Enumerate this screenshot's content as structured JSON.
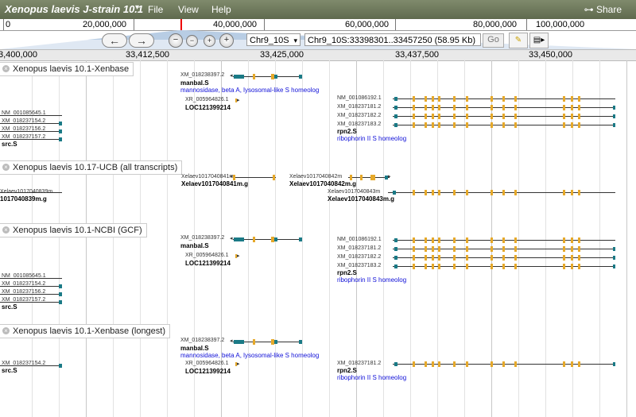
{
  "app": {
    "title": "Xenopus laevis J-strain 10.1",
    "menu": [
      "File",
      "View",
      "Help"
    ],
    "share_label": "Share"
  },
  "overview": {
    "labels": [
      "0",
      "20,000,000",
      "40,000,000",
      "60,000,000",
      "80,000,000",
      "100,000,000"
    ]
  },
  "nav": {
    "back_label": "←",
    "forward_label": "→",
    "zoom_out_label": "−",
    "zoom_in_label": "+",
    "ref_seq": "Chr9_10S",
    "location": "Chr9_10S:33398301..33457250 (58.95 Kb)",
    "go_label": "Go"
  },
  "ruler": {
    "labels": [
      "3,400,000",
      "33,412,500",
      "33,425,000",
      "33,437,500",
      "33,450,000"
    ]
  },
  "tracks": [
    {
      "label": "Xenopus laevis 10.1-Xenbase",
      "features": [
        {
          "id": "XM_018238397.2",
          "gene": "manbal.S",
          "desc": "mannosidase, beta A, lysosomal-like S homeolog"
        },
        {
          "id": "XR_005964826.1",
          "gene": "LOC121399214"
        },
        {
          "id": "NM_001086192.1"
        },
        {
          "id": "XM_018237181.2"
        },
        {
          "id": "XM_018237182.2"
        },
        {
          "id": "XM_018237183.2",
          "gene": "rpn2.S",
          "desc": "ribophorin II S homeolog"
        },
        {
          "id": "NM_001085645.1"
        },
        {
          "id": "XM_018237154.2"
        },
        {
          "id": "XM_018237156.2"
        },
        {
          "id": "XM_018237157.2",
          "gene": "src.S"
        }
      ]
    },
    {
      "label": "Xenopus laevis 10.17-UCB (all transcripts)",
      "features": [
        {
          "id": "Xelaev1017040841m",
          "gene": "Xelaev1017040841m.g"
        },
        {
          "id": "Xelaev1017040842m",
          "gene": "Xelaev1017040842m.g"
        },
        {
          "id": "Xelaev1017040839m",
          "gene": "1017040839m.g"
        },
        {
          "id": "Xelaev1017040843m",
          "gene": "Xelaev1017040843m.g"
        }
      ]
    },
    {
      "label": "Xenopus laevis 10.1-NCBI (GCF)",
      "features": [
        {
          "id": "XM_018238397.2",
          "gene": "manbal.S"
        },
        {
          "id": "XR_005964826.1",
          "gene": "LOC121399214"
        },
        {
          "id": "NM_001086192.1"
        },
        {
          "id": "XM_018237181.2"
        },
        {
          "id": "XM_018237182.2"
        },
        {
          "id": "XM_018237183.2",
          "gene": "rpn2.S",
          "desc": "ribophorin II S homeolog"
        },
        {
          "id": "NM_001085645.1"
        },
        {
          "id": "XM_018237154.2"
        },
        {
          "id": "XM_018237156.2"
        },
        {
          "id": "XM_018237157.2",
          "gene": "src.S"
        }
      ]
    },
    {
      "label": "Xenopus laevis 10.1-Xenbase (longest)",
      "features": [
        {
          "id": "XM_018238397.2",
          "gene": "manbal.S",
          "desc": "mannosidase, beta A, lysosomal-like S homeolog"
        },
        {
          "id": "XR_005964826.1",
          "gene": "LOC121399214"
        },
        {
          "id": "XM_018237181.2",
          "gene": "rpn2.S",
          "desc": "ribophorin II S homeolog"
        },
        {
          "id": "XM_018237154.2",
          "gene": "src.S"
        }
      ]
    }
  ],
  "colors": {
    "utr": "#1a7a86",
    "cds": "#e6a92a",
    "description": "#1010d8",
    "menubar": "#6b7658"
  }
}
